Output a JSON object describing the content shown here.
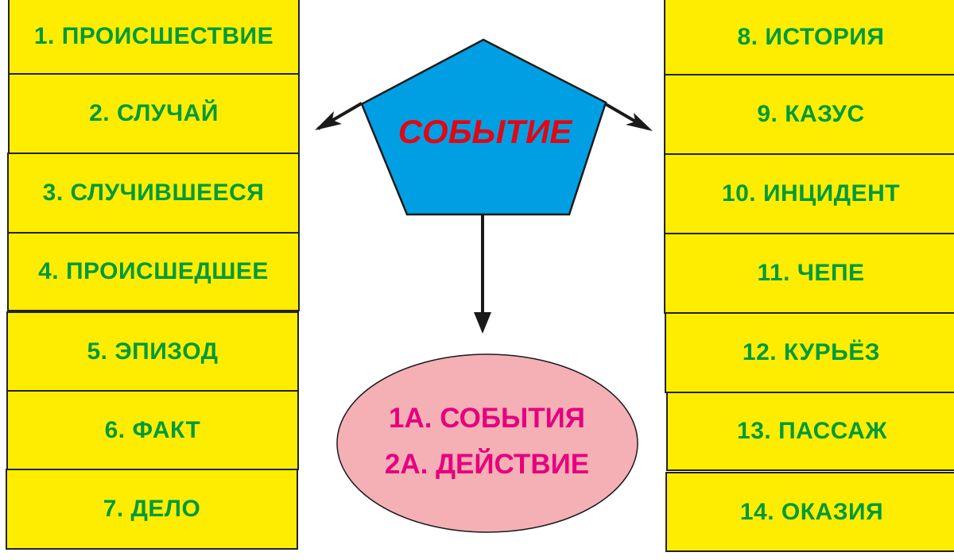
{
  "center": {
    "label": "СОБЫТИЕ",
    "shape": "pentagon",
    "fill": "#009fe3",
    "text_color": "#e30613"
  },
  "left_column": [
    {
      "label": "1. ПРОИСШЕСТВИЕ"
    },
    {
      "label": "2. СЛУЧАЙ"
    },
    {
      "label": "3. СЛУЧИВШЕЕСЯ"
    },
    {
      "label": "4. ПРОИСШЕДШЕЕ"
    },
    {
      "label": "5. ЭПИЗОД"
    },
    {
      "label": "6. ФАКТ"
    },
    {
      "label": "7. ДЕЛО"
    }
  ],
  "right_column": [
    {
      "label": "8. ИСТОРИЯ"
    },
    {
      "label": "9. КАЗУС"
    },
    {
      "label": "10. ИНЦИДЕНТ"
    },
    {
      "label": "11. ЧЕПЕ"
    },
    {
      "label": "12. КУРЬЁЗ"
    },
    {
      "label": "13. ПАССАЖ"
    },
    {
      "label": "14. ОКАЗИЯ"
    }
  ],
  "ellipse": {
    "lines": [
      "1А. СОБЫТИЯ",
      "2А. ДЕЙСТВИЕ"
    ],
    "fill": "#f4b0b5",
    "text_color": "#e6007e"
  },
  "colors": {
    "box_fill": "#ffed00",
    "box_text": "#009a3c",
    "arrow": "#1a1a1a"
  }
}
